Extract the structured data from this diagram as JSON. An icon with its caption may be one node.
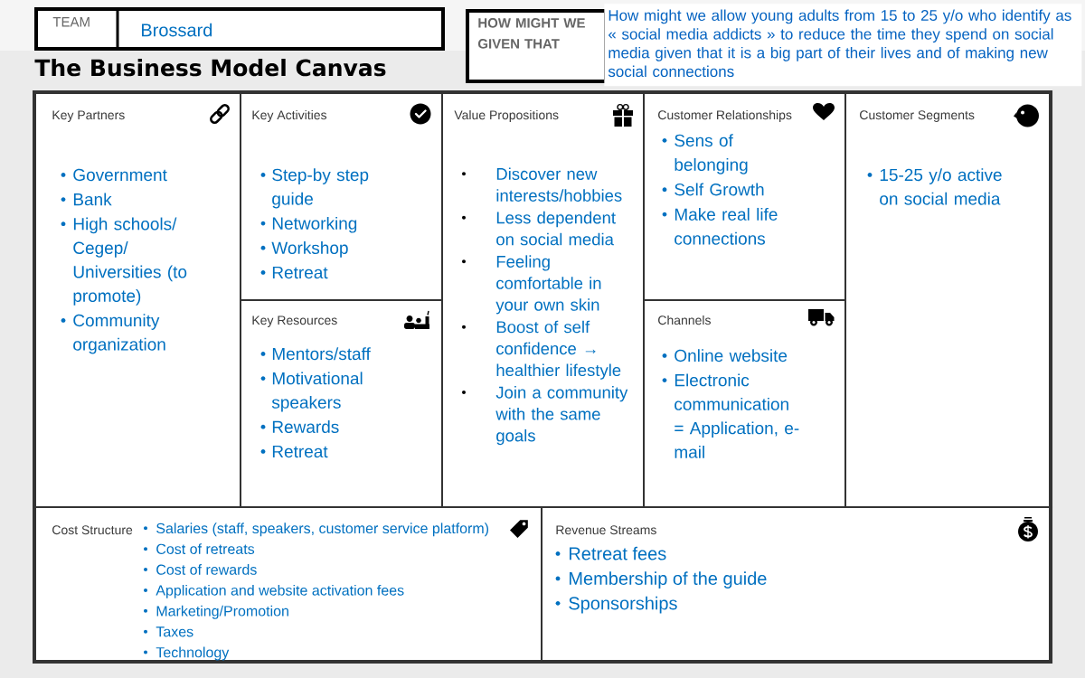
{
  "diagram": {
    "title": "The Business Model Canvas",
    "nodes": [
      {
        "text": [
          "TEAM",
          "Brossard"
        ]
      },
      {
        "text": [
          "HOW MIGHT WE GIVEN THAT"
        ]
      },
      {
        "text": [
          "How might we allow young adults from 15 to 25 y/o who identify as « social media addicts » to reduce the time they spend on social media given that it is a big part of their lives and of making new social connections"
        ]
      },
      {
        "text": [
          "Key Partners",
          "Government",
          "Bank",
          "High schools/ Cegep/ Universities (to promote)",
          "Community organization"
        ]
      },
      {
        "text": [
          "Key Activities",
          "Step-by step guide",
          "Networking",
          "Workshop",
          "Retreat"
        ]
      },
      {
        "text": [
          "Key Resources",
          "Mentors/staff",
          "Motivational speakers",
          "Rewards",
          "Retreat"
        ]
      },
      {
        "text": [
          "Value Propositions",
          "Discover new interests/hobbies",
          "Less dependent on social media",
          "Feeling comfortable in your own skin",
          "Boost of self confidence → healthier lifestyle",
          "Join a community with the same goals"
        ]
      },
      {
        "text": [
          "Customer Relationships",
          "Sens of belonging",
          "Self Growth",
          "Make real life connections"
        ]
      },
      {
        "text": [
          "Channels",
          "Online website",
          "Electronic communication = Application, e-mail"
        ]
      },
      {
        "text": [
          "Customer Segments",
          "15-25 y/o active on social media"
        ]
      },
      {
        "text": [
          "Cost Structure",
          "Salaries (staff, speakers, customer service platform)",
          "Cost of retreats",
          "Cost of rewards",
          "Application and website activation fees",
          "Marketing/Promotion",
          "Taxes",
          "Technology"
        ]
      },
      {
        "text": [
          "Revenue Streams",
          "Retreat fees",
          "Membership of the guide",
          "Sponsorships"
        ]
      }
    ]
  }
}
